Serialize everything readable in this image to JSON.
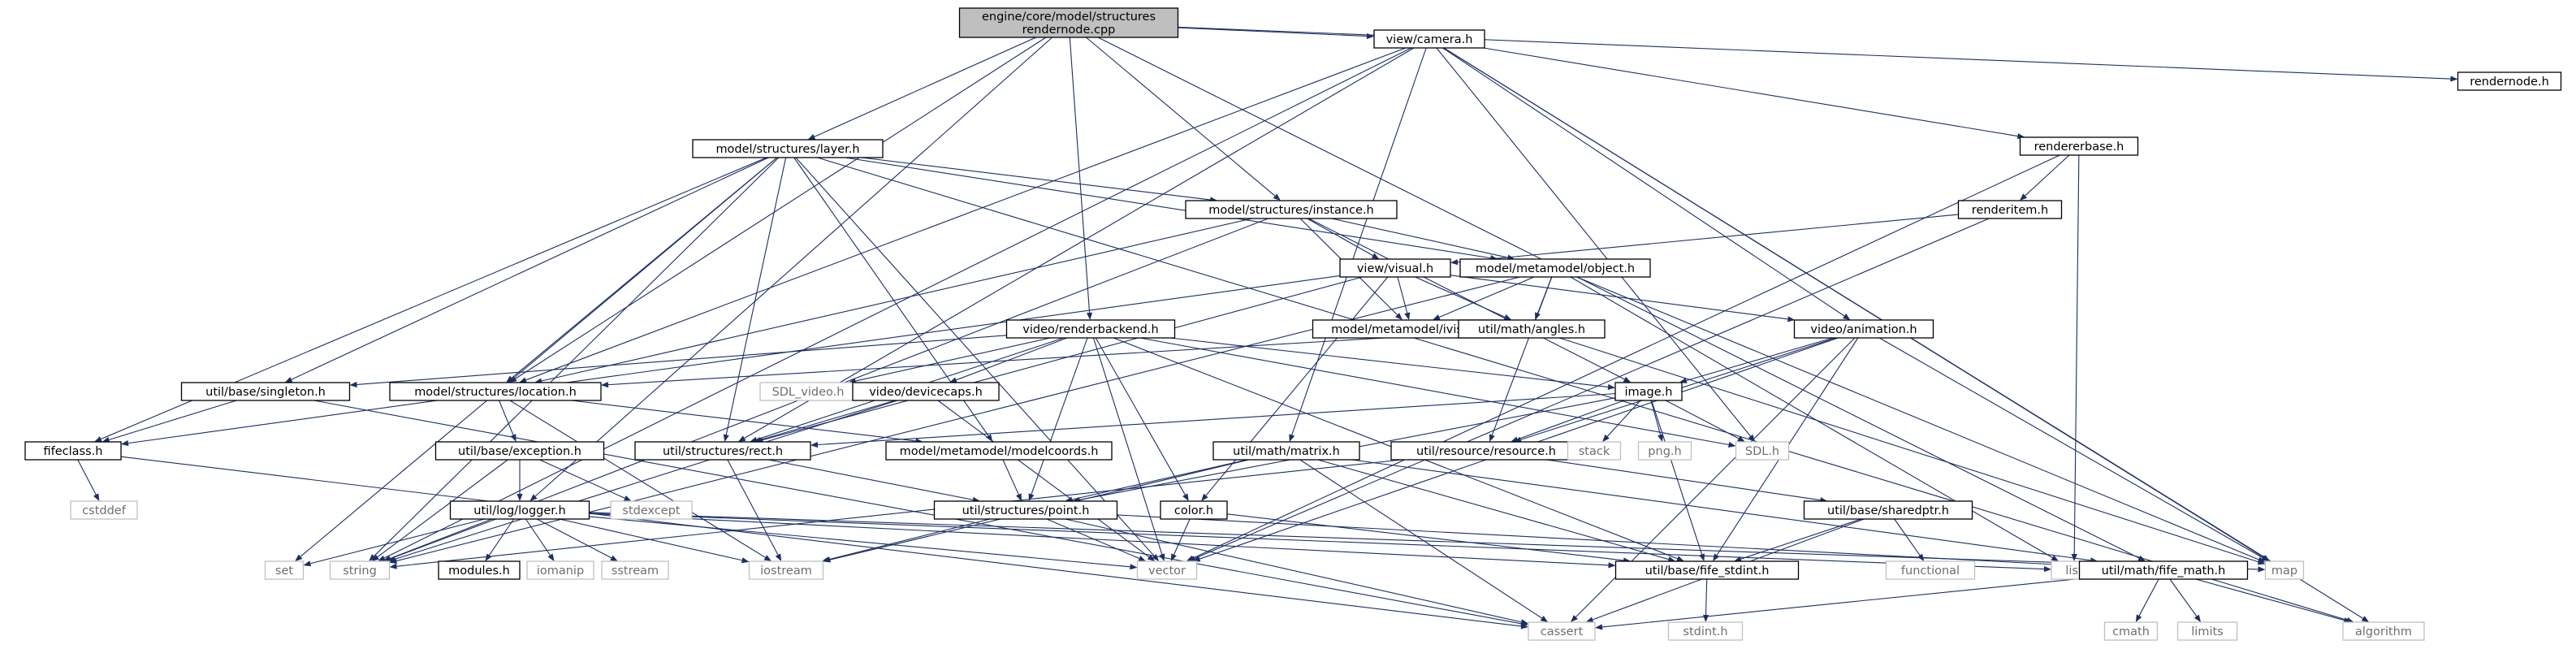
{
  "nodes": [
    {
      "id": "root",
      "label": "engine/core/model/structures\nrendernode.cpp",
      "kind": "root"
    },
    {
      "id": "camera",
      "label": "view/camera.h",
      "kind": "local"
    },
    {
      "id": "rn_h",
      "label": "rendernode.h",
      "kind": "local"
    },
    {
      "id": "layer",
      "label": "model/structures/layer.h",
      "kind": "local"
    },
    {
      "id": "rbase",
      "label": "rendererbase.h",
      "kind": "local"
    },
    {
      "id": "instance",
      "label": "model/structures/instance.h",
      "kind": "local"
    },
    {
      "id": "ritem",
      "label": "renderitem.h",
      "kind": "local"
    },
    {
      "id": "visual",
      "label": "view/visual.h",
      "kind": "local"
    },
    {
      "id": "object",
      "label": "model/metamodel/object.h",
      "kind": "local"
    },
    {
      "id": "rbackend",
      "label": "video/renderbackend.h",
      "kind": "local"
    },
    {
      "id": "ivisual",
      "label": "model/metamodel/ivisual.h",
      "kind": "local"
    },
    {
      "id": "angles",
      "label": "util/math/angles.h",
      "kind": "local"
    },
    {
      "id": "animation",
      "label": "video/animation.h",
      "kind": "local"
    },
    {
      "id": "singleton",
      "label": "util/base/singleton.h",
      "kind": "local"
    },
    {
      "id": "location",
      "label": "model/structures/location.h",
      "kind": "local"
    },
    {
      "id": "sdl_video",
      "label": "SDL_video.h",
      "kind": "sys"
    },
    {
      "id": "devcaps",
      "label": "video/devicecaps.h",
      "kind": "local"
    },
    {
      "id": "image",
      "label": "image.h",
      "kind": "local"
    },
    {
      "id": "fifeclass",
      "label": "fifeclass.h",
      "kind": "local"
    },
    {
      "id": "exception",
      "label": "util/base/exception.h",
      "kind": "local"
    },
    {
      "id": "rect",
      "label": "util/structures/rect.h",
      "kind": "local"
    },
    {
      "id": "modelcoords",
      "label": "model/metamodel/modelcoords.h",
      "kind": "local"
    },
    {
      "id": "matrix",
      "label": "util/math/matrix.h",
      "kind": "local"
    },
    {
      "id": "resource",
      "label": "util/resource/resource.h",
      "kind": "local"
    },
    {
      "id": "stack",
      "label": "stack",
      "kind": "sys"
    },
    {
      "id": "png",
      "label": "png.h",
      "kind": "sys"
    },
    {
      "id": "sdl",
      "label": "SDL.h",
      "kind": "sys"
    },
    {
      "id": "cstddef",
      "label": "cstddef",
      "kind": "sys"
    },
    {
      "id": "logger",
      "label": "util/log/logger.h",
      "kind": "local"
    },
    {
      "id": "stdexcept",
      "label": "stdexcept",
      "kind": "sys"
    },
    {
      "id": "point",
      "label": "util/structures/point.h",
      "kind": "local"
    },
    {
      "id": "color",
      "label": "color.h",
      "kind": "local"
    },
    {
      "id": "sharedptr",
      "label": "util/base/sharedptr.h",
      "kind": "local"
    },
    {
      "id": "set",
      "label": "set",
      "kind": "sys"
    },
    {
      "id": "string",
      "label": "string",
      "kind": "sys"
    },
    {
      "id": "modules",
      "label": "modules.h",
      "kind": "local"
    },
    {
      "id": "iomanip",
      "label": "iomanip",
      "kind": "sys"
    },
    {
      "id": "sstream",
      "label": "sstream",
      "kind": "sys"
    },
    {
      "id": "iostream",
      "label": "iostream",
      "kind": "sys"
    },
    {
      "id": "vector",
      "label": "vector",
      "kind": "sys"
    },
    {
      "id": "fife_stdint",
      "label": "util/base/fife_stdint.h",
      "kind": "local"
    },
    {
      "id": "functional",
      "label": "functional",
      "kind": "sys"
    },
    {
      "id": "list",
      "label": "list",
      "kind": "sys"
    },
    {
      "id": "fife_math",
      "label": "util/math/fife_math.h",
      "kind": "local"
    },
    {
      "id": "map",
      "label": "map",
      "kind": "sys"
    },
    {
      "id": "stdint",
      "label": "stdint.h",
      "kind": "sys"
    },
    {
      "id": "cassert",
      "label": "cassert",
      "kind": "sys"
    },
    {
      "id": "cmath",
      "label": "cmath",
      "kind": "sys"
    },
    {
      "id": "limits",
      "label": "limits",
      "kind": "sys"
    },
    {
      "id": "algorithm",
      "label": "algorithm",
      "kind": "sys"
    }
  ],
  "edges": [
    [
      "root",
      "camera"
    ],
    [
      "root",
      "rn_h"
    ],
    [
      "root",
      "layer"
    ],
    [
      "root",
      "instance"
    ],
    [
      "root",
      "rbackend"
    ],
    [
      "root",
      "location"
    ],
    [
      "root",
      "logger"
    ],
    [
      "root",
      "fife_math"
    ],
    [
      "camera",
      "rbase"
    ],
    [
      "camera",
      "animation"
    ],
    [
      "camera",
      "matrix"
    ],
    [
      "camera",
      "rect"
    ],
    [
      "camera",
      "location"
    ],
    [
      "camera",
      "sdl"
    ],
    [
      "camera",
      "map"
    ],
    [
      "camera",
      "algorithm"
    ],
    [
      "camera",
      "string"
    ],
    [
      "layer",
      "instance"
    ],
    [
      "layer",
      "object"
    ],
    [
      "layer",
      "modelcoords"
    ],
    [
      "layer",
      "rect"
    ],
    [
      "layer",
      "singleton"
    ],
    [
      "layer",
      "fifeclass"
    ],
    [
      "layer",
      "location"
    ],
    [
      "layer",
      "set"
    ],
    [
      "layer",
      "vector"
    ],
    [
      "layer",
      "algorithm"
    ],
    [
      "layer",
      "string"
    ],
    [
      "rbase",
      "ritem"
    ],
    [
      "rbase",
      "list"
    ],
    [
      "rbase",
      "vector"
    ],
    [
      "ritem",
      "visual"
    ],
    [
      "ritem",
      "vector"
    ],
    [
      "instance",
      "visual"
    ],
    [
      "instance",
      "object"
    ],
    [
      "instance",
      "ivisual"
    ],
    [
      "instance",
      "location"
    ],
    [
      "instance",
      "image"
    ],
    [
      "instance",
      "string"
    ],
    [
      "visual",
      "ivisual"
    ],
    [
      "visual",
      "angles"
    ],
    [
      "visual",
      "animation"
    ],
    [
      "visual",
      "color"
    ],
    [
      "visual",
      "rect"
    ],
    [
      "visual",
      "fifeclass"
    ],
    [
      "object",
      "ivisual"
    ],
    [
      "object",
      "angles"
    ],
    [
      "object",
      "resource"
    ],
    [
      "object",
      "list"
    ],
    [
      "object",
      "map"
    ],
    [
      "object",
      "string"
    ],
    [
      "rbackend",
      "image"
    ],
    [
      "rbackend",
      "devcaps"
    ],
    [
      "rbackend",
      "singleton"
    ],
    [
      "rbackend",
      "sdl_video"
    ],
    [
      "rbackend",
      "rect"
    ],
    [
      "rbackend",
      "point"
    ],
    [
      "rbackend",
      "color"
    ],
    [
      "rbackend",
      "vector"
    ],
    [
      "rbackend",
      "sdl"
    ],
    [
      "rbackend",
      "fife_stdint"
    ],
    [
      "angles",
      "location"
    ],
    [
      "angles",
      "map"
    ],
    [
      "animation",
      "image"
    ],
    [
      "animation",
      "resource"
    ],
    [
      "animation",
      "fife_stdint"
    ],
    [
      "animation",
      "vector"
    ],
    [
      "animation",
      "map"
    ],
    [
      "animation",
      "cassert"
    ],
    [
      "singleton",
      "fifeclass"
    ],
    [
      "singleton",
      "cassert"
    ],
    [
      "location",
      "exception"
    ],
    [
      "location",
      "modelcoords"
    ],
    [
      "location",
      "iostream"
    ],
    [
      "devcaps",
      "rect"
    ],
    [
      "devcaps",
      "string"
    ],
    [
      "devcaps",
      "vector"
    ],
    [
      "image",
      "resource"
    ],
    [
      "image",
      "stack"
    ],
    [
      "image",
      "png"
    ],
    [
      "image",
      "sdl"
    ],
    [
      "image",
      "rect"
    ],
    [
      "image",
      "point"
    ],
    [
      "image",
      "fife_stdint"
    ],
    [
      "fifeclass",
      "cstddef"
    ],
    [
      "fifeclass",
      "cassert"
    ],
    [
      "exception",
      "logger"
    ],
    [
      "exception",
      "stdexcept"
    ],
    [
      "exception",
      "string"
    ],
    [
      "rect",
      "point"
    ],
    [
      "rect",
      "iostream"
    ],
    [
      "modelcoords",
      "point"
    ],
    [
      "matrix",
      "point"
    ],
    [
      "matrix",
      "fife_stdint"
    ],
    [
      "matrix",
      "fife_math"
    ],
    [
      "matrix",
      "cassert"
    ],
    [
      "matrix",
      "iostream"
    ],
    [
      "resource",
      "sharedptr"
    ],
    [
      "resource",
      "string"
    ],
    [
      "logger",
      "modules"
    ],
    [
      "logger",
      "set"
    ],
    [
      "logger",
      "string"
    ],
    [
      "logger",
      "iomanip"
    ],
    [
      "logger",
      "sstream"
    ],
    [
      "logger",
      "iostream"
    ],
    [
      "logger",
      "vector"
    ],
    [
      "logger",
      "list"
    ],
    [
      "logger",
      "map"
    ],
    [
      "logger",
      "fife_stdint"
    ],
    [
      "point",
      "fife_math"
    ],
    [
      "point",
      "iostream"
    ],
    [
      "point",
      "vector"
    ],
    [
      "point",
      "cassert"
    ],
    [
      "color",
      "fife_stdint"
    ],
    [
      "color",
      "vector"
    ],
    [
      "sharedptr",
      "fife_stdint"
    ],
    [
      "sharedptr",
      "functional"
    ],
    [
      "sharedptr",
      "cassert"
    ],
    [
      "fife_stdint",
      "stdint"
    ],
    [
      "fife_math",
      "cassert"
    ],
    [
      "fife_math",
      "cmath"
    ],
    [
      "fife_math",
      "limits"
    ],
    [
      "fife_math",
      "algorithm"
    ]
  ]
}
